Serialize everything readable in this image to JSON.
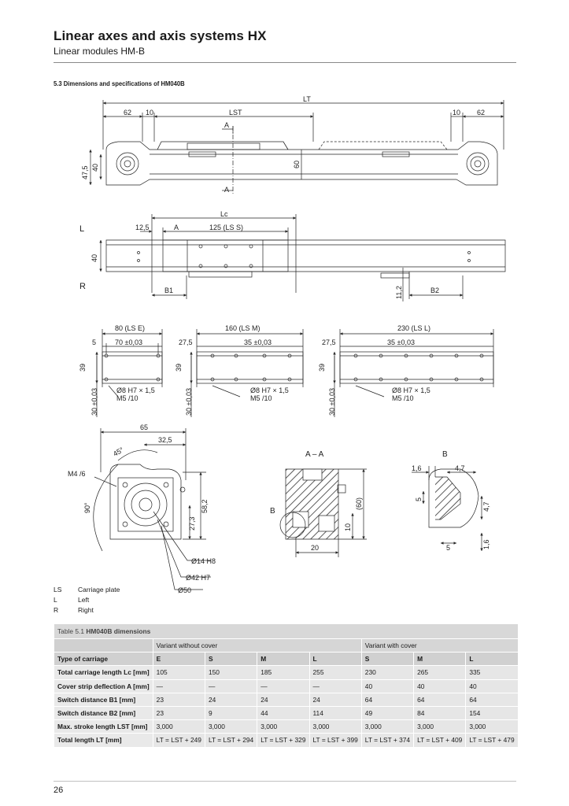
{
  "header": {
    "title": "Linear axes and axis systems HX",
    "subtitle": "Linear modules HM-B"
  },
  "section_title": "5.3 Dimensions and specifications of HM040B",
  "drawing": {
    "top_view": {
      "lt": "LT",
      "lst": "LST",
      "d62a": "62",
      "d10a": "10",
      "d10b": "10",
      "d62b": "62",
      "h475": "47,5",
      "h40": "40",
      "h60": "60",
      "sec_a": "A"
    },
    "side_view": {
      "l_label": "L",
      "r_label": "R",
      "lc": "Lc",
      "d125": "12,5",
      "a": "A",
      "carriage": "125 (LS S)",
      "h40": "40",
      "b1": "B1",
      "b2": "B2",
      "d112": "11,2"
    },
    "plates": [
      {
        "total": "80 (LS E)",
        "offset": "5",
        "pitch": "70 ±0,03",
        "h": "39",
        "v": "30 ±0,03",
        "bore": "Ø8 H7 × 1,5",
        "thread": "M5 /10"
      },
      {
        "total": "160 (LS M)",
        "offset": "27,5",
        "pitch": "35 ±0,03",
        "h": "39",
        "v": "30 ±0,03",
        "bore": "Ø8 H7 × 1,5",
        "thread": "M5 /10"
      },
      {
        "total": "230 (LS L)",
        "offset": "27,5",
        "pitch": "35 ±0,03",
        "h": "39",
        "v": "30 ±0,03",
        "bore": "Ø8 H7 × 1,5",
        "thread": "M5 /10"
      }
    ],
    "end_view": {
      "d65": "65",
      "d325": "32,5",
      "ang45": "45°",
      "ang90": "90°",
      "m4": "M4 /6",
      "d582": "58,2",
      "d273": "27,3",
      "d14": "Ø14 H8",
      "d42": "Ø42 H7",
      "d50": "Ø50"
    },
    "section_aa": {
      "title": "A – A",
      "b": "B",
      "d60": "(60)",
      "d10": "10",
      "d20": "20"
    },
    "detail_b": {
      "title": "B",
      "d16a": "1,6",
      "d47a": "4,7",
      "d5a": "5",
      "d47b": "4,7",
      "d5b": "5",
      "d16b": "1,6"
    }
  },
  "legend": [
    {
      "key": "LS",
      "desc": "Carriage plate"
    },
    {
      "key": "L",
      "desc": "Left"
    },
    {
      "key": "R",
      "desc": "Right"
    }
  ],
  "table": {
    "caption_prefix": "Table 5.1",
    "caption_bold": "HM040B dimensions",
    "group_without": "Variant without cover",
    "group_with": "Variant with cover",
    "header_label": "Type of carriage",
    "types": [
      "E",
      "S",
      "M",
      "L",
      "S",
      "M",
      "L"
    ],
    "rows": [
      {
        "label": "Total carriage length Lc [mm]",
        "values": [
          "105",
          "150",
          "185",
          "255",
          "230",
          "265",
          "335"
        ]
      },
      {
        "label": "Cover strip deflection A [mm]",
        "values": [
          "—",
          "—",
          "—",
          "—",
          "40",
          "40",
          "40"
        ]
      },
      {
        "label": "Switch distance B1 [mm]",
        "values": [
          "23",
          "24",
          "24",
          "24",
          "64",
          "64",
          "64"
        ]
      },
      {
        "label": "Switch distance B2 [mm]",
        "values": [
          "23",
          "9",
          "44",
          "114",
          "49",
          "84",
          "154"
        ]
      },
      {
        "label": "Max. stroke length LST [mm]",
        "values": [
          "3,000",
          "3,000",
          "3,000",
          "3,000",
          "3,000",
          "3,000",
          "3,000"
        ]
      },
      {
        "label": "Total length LT [mm]",
        "values": [
          "LT = LST + 249",
          "LT = LST + 294",
          "LT = LST + 329",
          "LT = LST + 399",
          "LT = LST + 374",
          "LT = LST + 409",
          "LT = LST + 479"
        ]
      }
    ]
  },
  "page_number": "26"
}
